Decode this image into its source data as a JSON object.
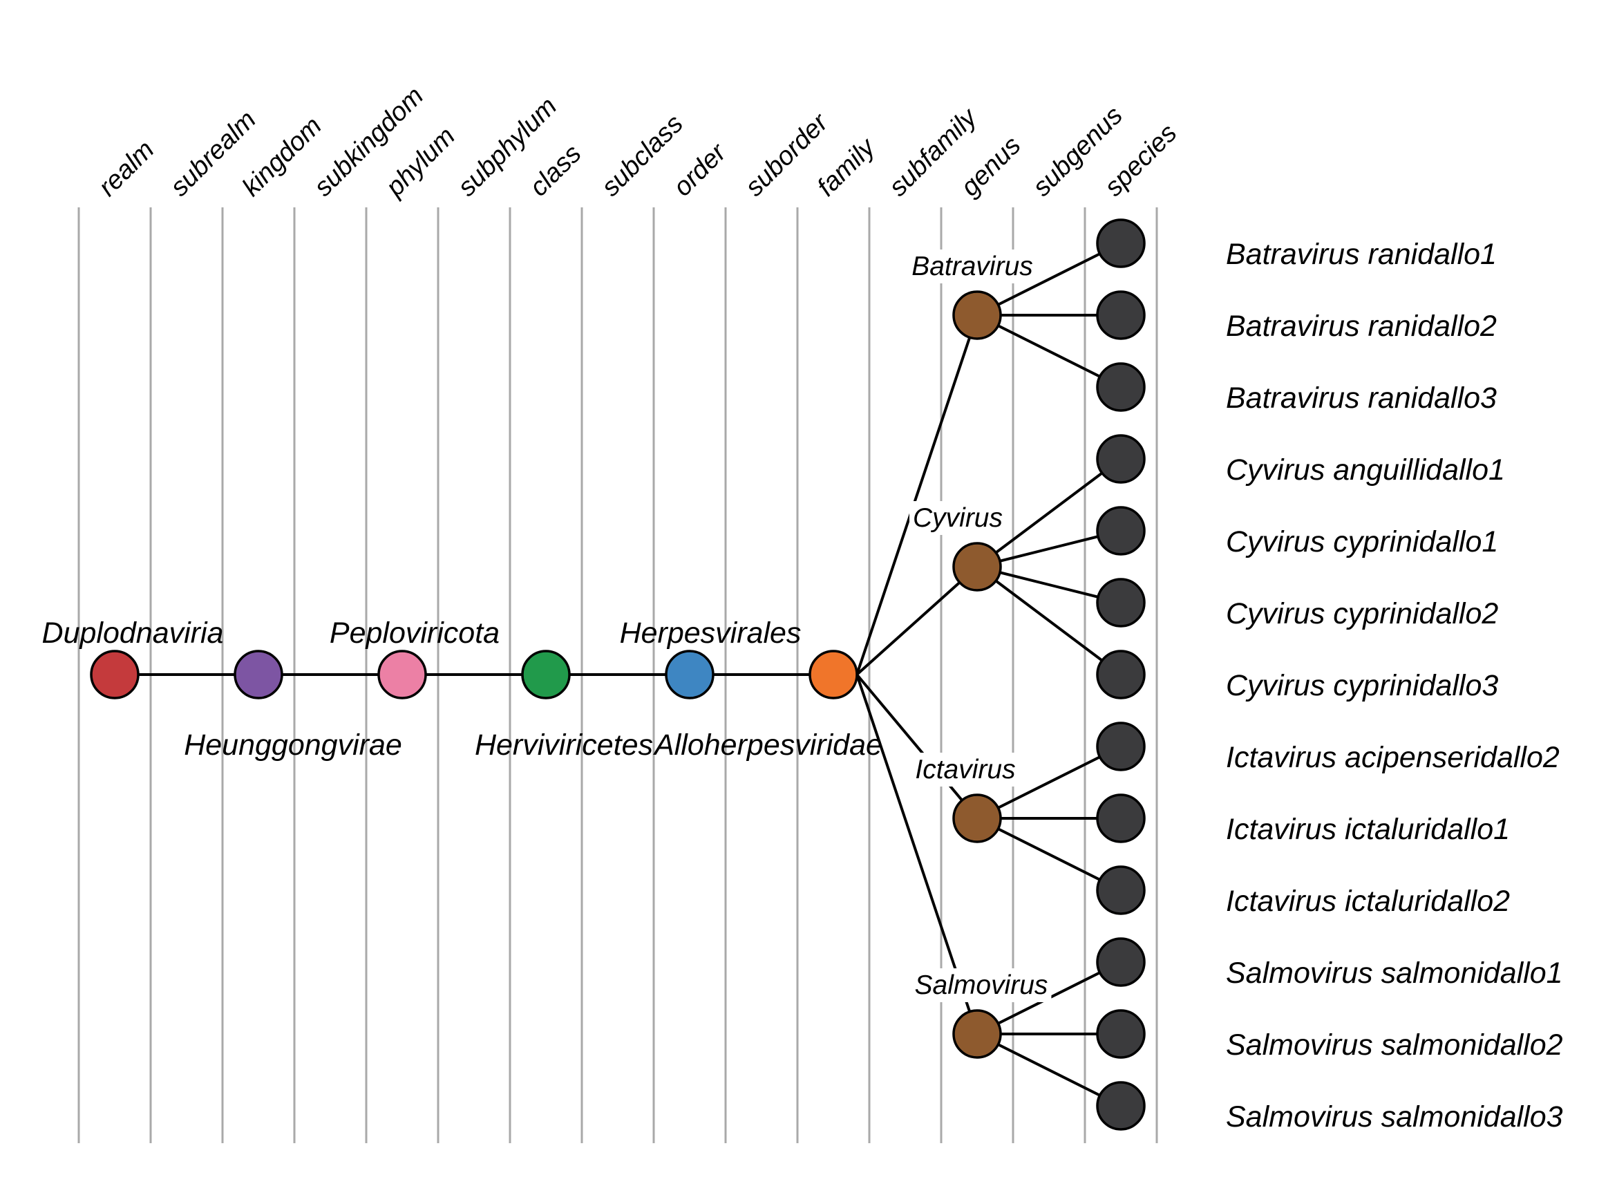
{
  "diagram": {
    "type": "taxonomy-rank-tree",
    "background_color": "#ffffff",
    "gridline_color": "#a9a9a9",
    "line_color": "#000000",
    "ranks": [
      "realm",
      "subrealm",
      "kingdom",
      "subkingdom",
      "phylum",
      "subphylum",
      "class",
      "subclass",
      "order",
      "suborder",
      "family",
      "subfamily",
      "genus",
      "subgenus",
      "species"
    ],
    "lineage": [
      {
        "rank": "realm",
        "name": "Duplodnaviria",
        "color": "#c43a3c",
        "label_position": "above"
      },
      {
        "rank": "kingdom",
        "name": "Heunggongvirae",
        "color": "#7d55a3",
        "label_position": "below"
      },
      {
        "rank": "phylum",
        "name": "Peploviricota",
        "color": "#ec80a5",
        "label_position": "above"
      },
      {
        "rank": "class",
        "name": "Herviviricetes",
        "color": "#219a4b",
        "label_position": "below"
      },
      {
        "rank": "order",
        "name": "Herpesvirales",
        "color": "#3e86c2",
        "label_position": "above"
      },
      {
        "rank": "family",
        "name": "Alloherpesviridae",
        "color": "#f0752a",
        "label_position": "below"
      }
    ],
    "genus_node_color": "#8e5a2e",
    "species_node_color": "#3b3b3d",
    "genera": [
      {
        "name": "Batravirus",
        "species": [
          "Batravirus ranidallo1",
          "Batravirus ranidallo2",
          "Batravirus ranidallo3"
        ]
      },
      {
        "name": "Cyvirus",
        "species": [
          "Cyvirus anguillidallo1",
          "Cyvirus cyprinidallo1",
          "Cyvirus cyprinidallo2",
          "Cyvirus cyprinidallo3"
        ]
      },
      {
        "name": "Ictavirus",
        "species": [
          "Ictavirus acipenseridallo2",
          "Ictavirus ictaluridallo1",
          "Ictavirus ictaluridallo2"
        ]
      },
      {
        "name": "Salmovirus",
        "species": [
          "Salmovirus salmonidallo1",
          "Salmovirus salmonidallo2",
          "Salmovirus salmonidallo3"
        ]
      }
    ]
  }
}
